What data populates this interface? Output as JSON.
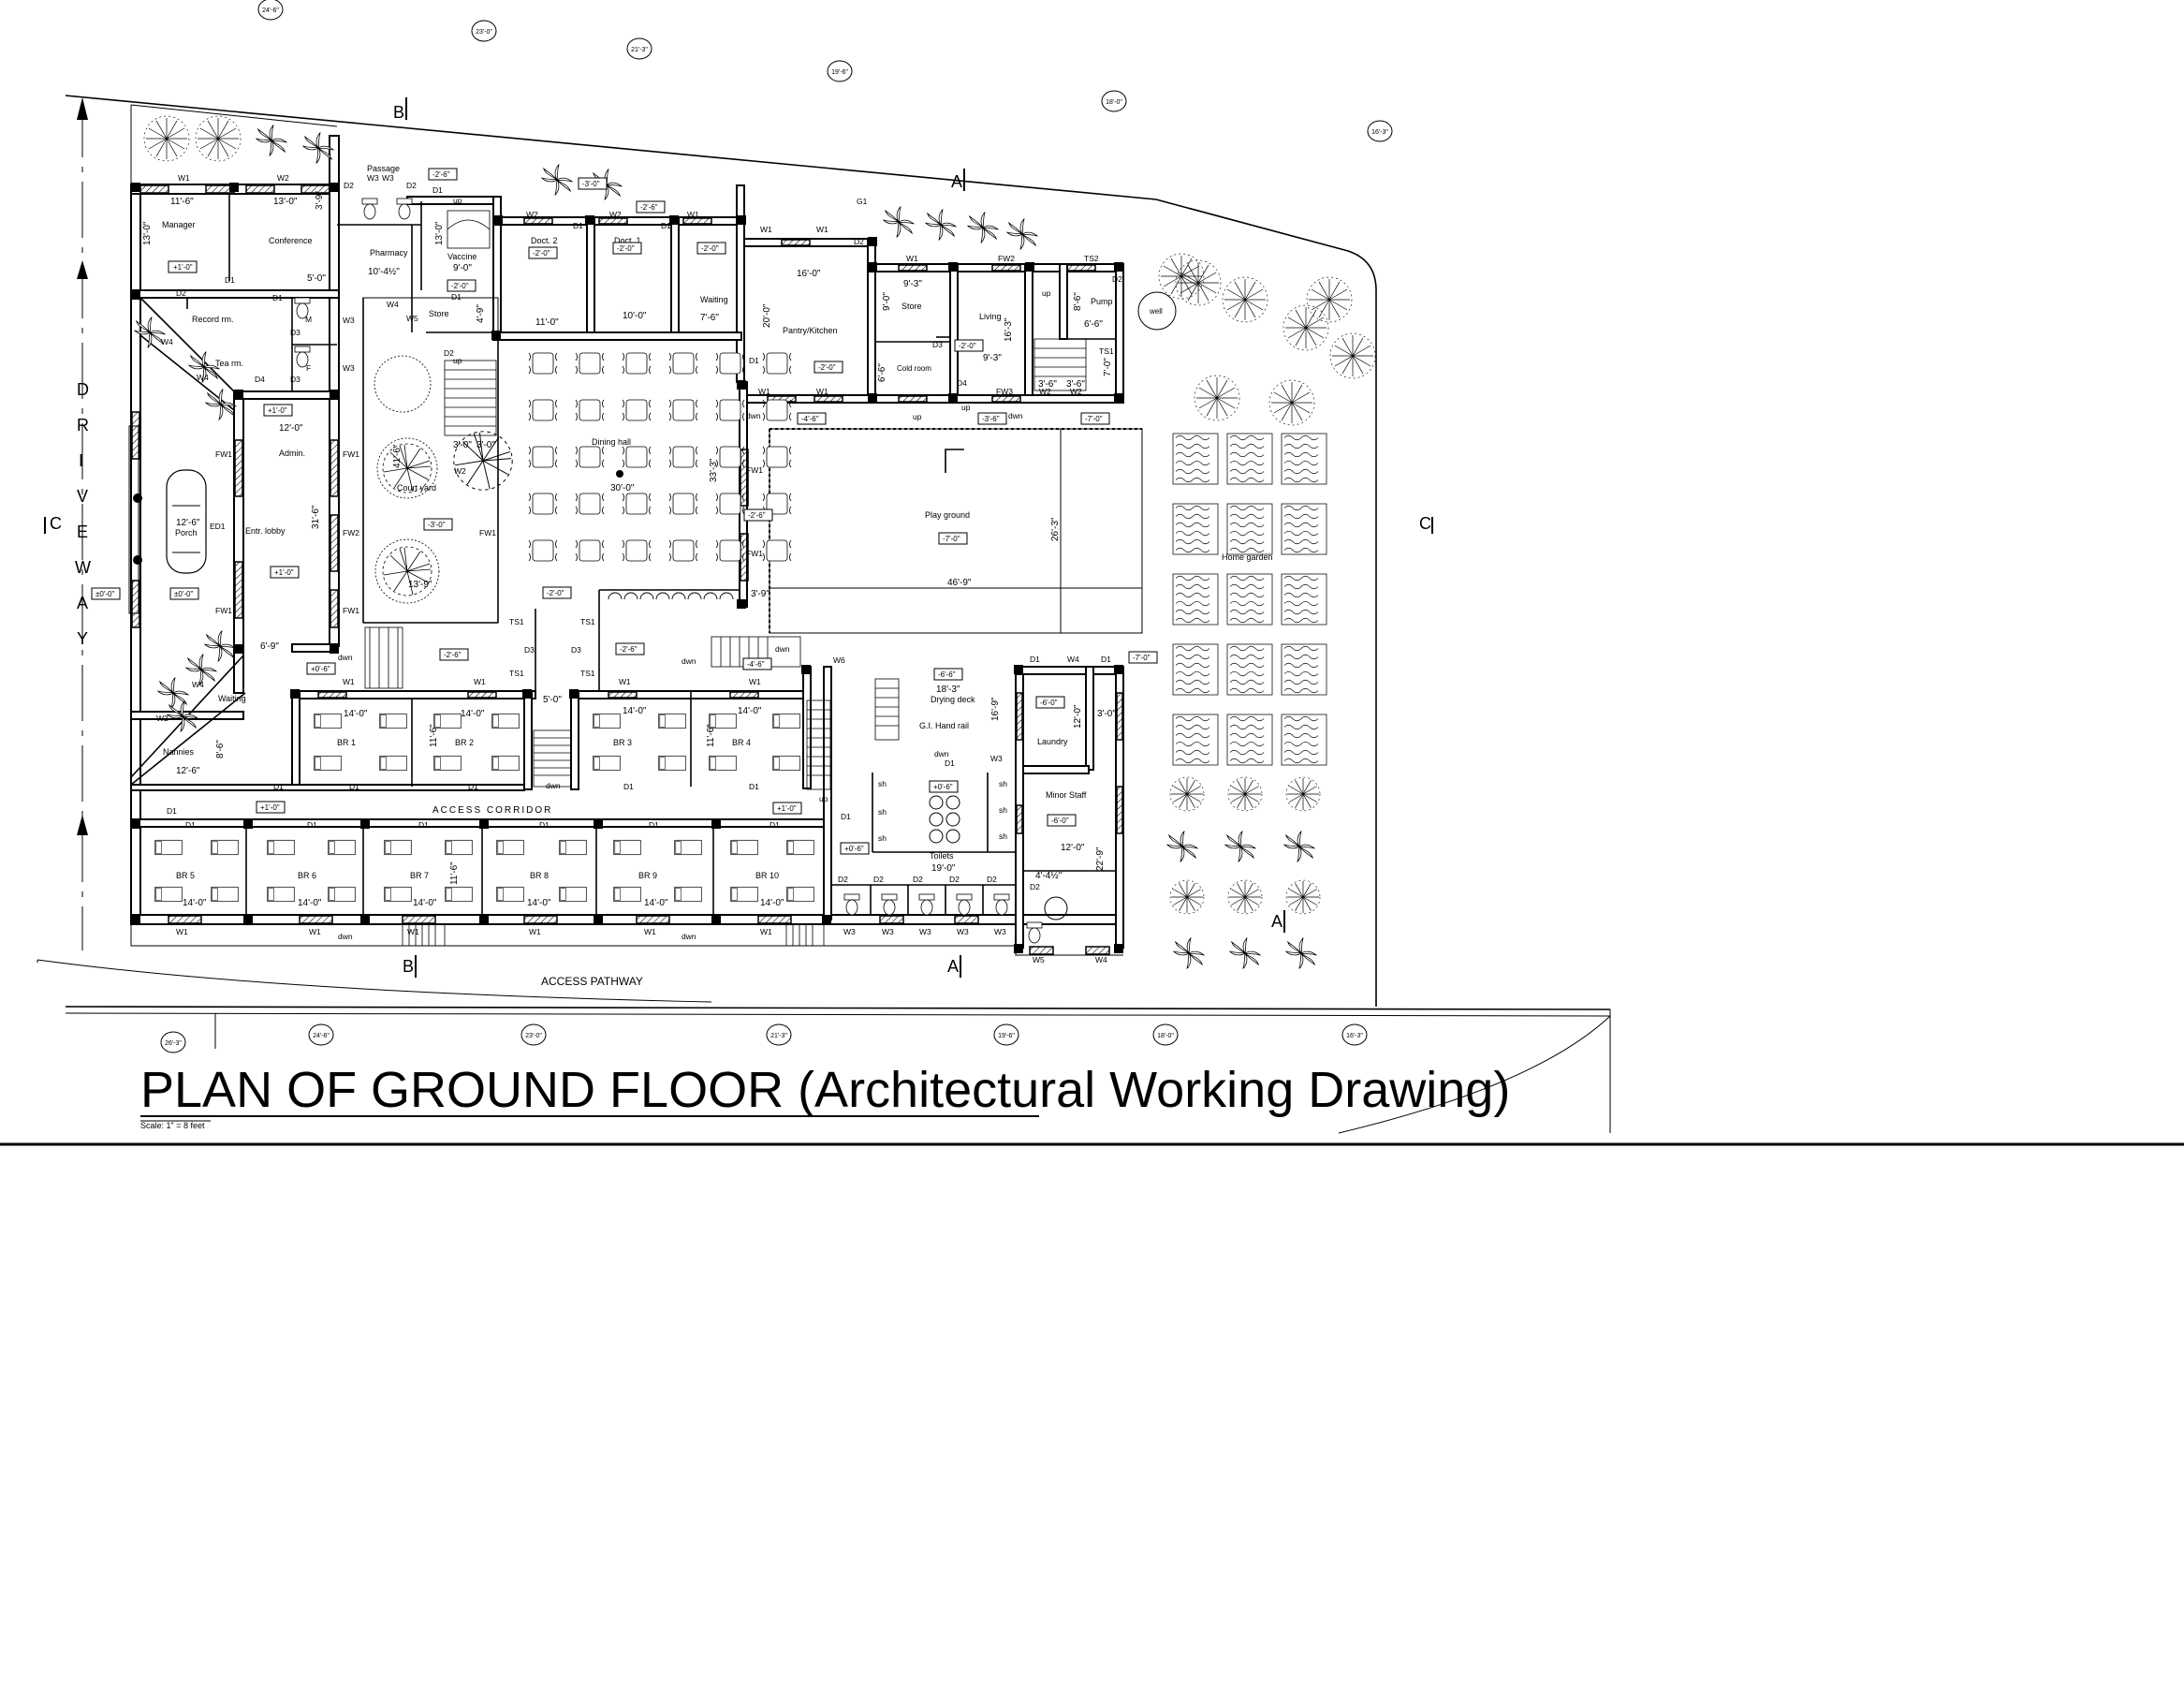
{
  "title": "PLAN OF GROUND FLOOR  (Architectural Working Drawing)",
  "scale_label": "Scale:    1\" = 8 feet",
  "driveway": [
    "D",
    "R",
    "I",
    "V",
    "E",
    "W",
    "A",
    "Y"
  ],
  "access_pathway": "ACCESS  PATHWAY",
  "access_corridor": "ACCESS CORRIDOR",
  "section_marks": {
    "a": "A",
    "b": "B",
    "c": "C"
  },
  "top_dims": [
    "24'-6\"",
    "23'-0\"",
    "21'-3\"",
    "19'-6\"",
    "18'-0\"",
    "16'-3\""
  ],
  "bottom_dims": [
    "26'-3\"",
    "24'-6\"",
    "23'-0\"",
    "21'-3\"",
    "19'-6\"",
    "18'-0\"",
    "16'-3\""
  ],
  "rooms": {
    "manager": "Manager",
    "conference": "Conference",
    "passage": "Passage",
    "pharmacy": "Pharmacy",
    "vaccine": "Vaccine",
    "store": "Store",
    "record": "Record rm.",
    "tea": "Tea rm.",
    "admin": "Admin.",
    "lobby": "Entr. lobby",
    "porch": "Porch",
    "doct2": "Doct. 2",
    "doct1": "Doct. 1",
    "waiting": "Waiting",
    "pantry": "Pantry/Kitchen",
    "store2": "Store",
    "living": "Living",
    "pump": "Pump",
    "cold": "Cold room",
    "well": "well",
    "dining": "Dining hall",
    "court": "Court yard",
    "play": "Play  ground",
    "garden": "Home garden",
    "drying": "Drying deck",
    "handrail": "G.I. Hand rail",
    "laundry": "Laundry",
    "minor": "Minor Staff",
    "toilets": "Toilets",
    "nannies": "Nannies",
    "waiting2": "Waiting",
    "br1": "BR 1",
    "br2": "BR 2",
    "br3": "BR 3",
    "br4": "BR 4",
    "br5": "BR 5",
    "br6": "BR 6",
    "br7": "BR 7",
    "br8": "BR 8",
    "br9": "BR 9",
    "br10": "BR 10"
  },
  "levels": {
    "manager": "+1'-0\"",
    "admin": "+1'-0\"",
    "lobby": "+1'-0\"",
    "porch": "±0'-0\"",
    "road": "±0'-0\"",
    "passage": "-2'-6\"",
    "passage2": "-3'-0\"",
    "passage3": "-2'-6\"",
    "vaccine": "-2'-0\"",
    "doct2": "-2'-0\"",
    "doct1": "-2'-0\"",
    "waiting": "-2'-0\"",
    "pantry": "-2'-0\"",
    "living": "-2'-0\"",
    "court": "-3'-0\"",
    "dining": "-2'-0\"",
    "dining_side": "-2'-6\"",
    "play": "-7'-0\"",
    "deck_a": "-4'-6\"",
    "deck_b": "-3'-6\"",
    "deck_c": "-7'-0\"",
    "lower_a": "-2'-6\"",
    "lower_b": "-2'-6\"",
    "lower_c": "-4'-6\"",
    "drying": "-6'-6\"",
    "laundry": "-6'-0\"",
    "minor": "-6'-0\"",
    "garden_edge": "-7'-0\"",
    "corridor_a": "+1'-0\"",
    "corridor_b": "+1'-0\"",
    "toilet_a": "+0'-6\"",
    "toilet_b": "+0'-6\"",
    "nannies": "+0'-6\""
  },
  "dims": {
    "manager_w": "11'-6\"",
    "manager_d": "13'-0\"",
    "conf_w": "13'-0\"",
    "conf_d": "3'-9\"",
    "pharm_w": "10'-4½\"",
    "vaccine_w": "9'-0\"",
    "vaccine_d": "13'-0\"",
    "store_d": "4'-9\"",
    "doct_w": "11'-0\"",
    "doct1_w": "10'-0\"",
    "waiting_w": "7'-6\"",
    "pantry_w": "16'-0\"",
    "pantry_d": "20'-0\"",
    "store2_w": "9'-3\"",
    "store2_d": "9'-0\"",
    "living_d": "16'-3\"",
    "living_w": "9'-3\"",
    "pump_w": "6'-6\"",
    "pump_d": "8'-6\"",
    "ts1_d": "7'-0\"",
    "cold_d": "6'-6\"",
    "admin_w": "12'-0\"",
    "lobby_d": "31'-6\"",
    "porch_w": "12'-6\"",
    "dining_w": "30'-0\"",
    "dining_d": "33'-3\"",
    "court_w": "13'-9\"",
    "court_d": "41'-6\"",
    "play_w": "46'-9\"",
    "play_d": "26'-3\"",
    "stair_a": "3'-0\"",
    "stair_b": "3'-0\"",
    "br_w": "14'-0\"",
    "br_d": "11'-6\"",
    "drying_w": "18'-3\"",
    "drying_d": "16'-9\"",
    "laundry_d": "12'-0\"",
    "minor_w": "12'-0\"",
    "minor_d": "22'-9\"",
    "toilets_w": "19'-0\"",
    "nannies_w": "12'-6\"",
    "nannies_d": "8'-6\"",
    "garden_gap": "3'-0\"",
    "toilet_d": "4'-4½\"",
    "lobby_gap": "6'-9\"",
    "corr_gap": "5'-0\"",
    "stair_c": "3'-9\"",
    "stair_d": "3'-6\""
  },
  "tags": {
    "w1": "W1",
    "w2": "W2",
    "w3": "W3",
    "w4": "W4",
    "w5": "W5",
    "w6": "W6",
    "fw1": "FW1",
    "fw2": "FW2",
    "fw3": "FW3",
    "d1": "D1",
    "d2": "D2",
    "d3": "D3",
    "d4": "D4",
    "ed1": "ED1",
    "g1": "G1",
    "ts1": "TS1",
    "ts2": "TS2",
    "sh": "sh",
    "m": "M",
    "f": "F",
    "up": "up",
    "dwn": "dwn"
  }
}
